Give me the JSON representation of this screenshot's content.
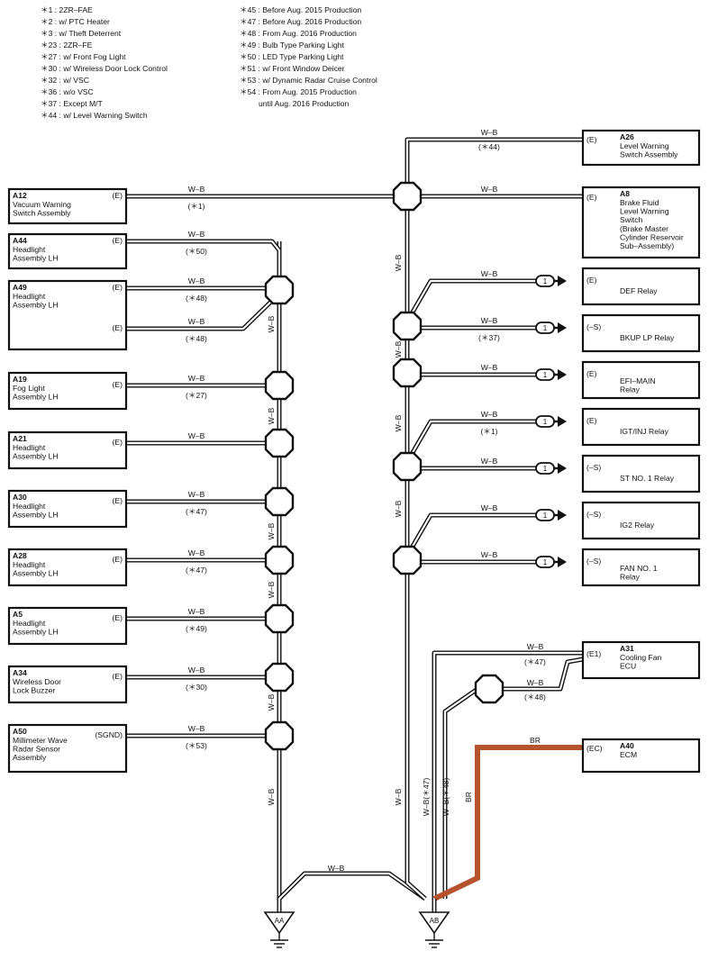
{
  "legend_left": [
    "＊1 : 2ZR–FAE",
    "＊2 : w/ PTC Heater",
    "＊3 : w/ Theft Deterrent",
    "＊23 : 2ZR–FE",
    "＊27 : w/ Front Fog Light",
    "＊30 : w/ Wireless Door Lock Control",
    "＊32 : w/ VSC",
    "＊36 : w/o VSC",
    "＊37 : Except M/T",
    "＊44 : w/ Level Warning Switch"
  ],
  "legend_right": [
    "＊45 : Before Aug.  2015 Production",
    "＊47 : Before Aug.  2016 Production",
    "＊48 : From Aug.  2016 Production",
    "＊49 : Bulb Type Parking Light",
    "＊50 : LED Type Parking Light",
    "＊51 : w/ Front Window Deicer",
    "＊53 : w/ Dynamic Radar Cruise Control",
    "＊54 : From Aug.  2015 Production",
    "until Aug.  2016 Production"
  ],
  "left_components": [
    {
      "code": "A12",
      "lines": [
        "Vacuum Warning",
        "Switch Assembly"
      ],
      "terminal": "(E)",
      "wire": "W–B",
      "note": "(＊1)"
    },
    {
      "code": "A44",
      "lines": [
        "Headlight",
        "Assembly LH"
      ],
      "terminal": "(E)",
      "wire": "W–B",
      "note": "(＊50)"
    },
    {
      "code": "A49",
      "lines": [
        "Headlight",
        "Assembly LH"
      ],
      "terminal": "(E)",
      "terminal2": "(E)",
      "wire": "W–B",
      "note": "(＊48)",
      "wire2": "W–B",
      "note2": "(＊48)"
    },
    {
      "code": "A19",
      "lines": [
        "Fog Light",
        "Assembly LH"
      ],
      "terminal": "(E)",
      "wire": "W–B",
      "note": "(＊27)"
    },
    {
      "code": "A21",
      "lines": [
        "Headlight",
        "Assembly LH"
      ],
      "terminal": "(E)",
      "wire": "W–B",
      "note": ""
    },
    {
      "code": "A30",
      "lines": [
        "Headlight",
        "Assembly LH"
      ],
      "terminal": "(E)",
      "wire": "W–B",
      "note": "(＊47)"
    },
    {
      "code": "A28",
      "lines": [
        "Headlight",
        "Assembly LH"
      ],
      "terminal": "(E)",
      "wire": "W–B",
      "note": "(＊47)"
    },
    {
      "code": "A5",
      "lines": [
        "Headlight",
        "Assembly LH"
      ],
      "terminal": "(E)",
      "wire": "W–B",
      "note": "(＊49)"
    },
    {
      "code": "A34",
      "lines": [
        "Wireless Door",
        "Lock Buzzer"
      ],
      "terminal": "(E)",
      "wire": "W–B",
      "note": "(＊30)"
    },
    {
      "code": "A50",
      "lines": [
        "Millimeter Wave",
        "Radar Sensor",
        "Assembly"
      ],
      "terminal": "(SGND)",
      "wire": "W–B",
      "note": "(＊53)"
    }
  ],
  "right_components": [
    {
      "code": "A26",
      "lines": [
        "Level Warning",
        "Switch Assembly"
      ],
      "terminal": "(E)",
      "wire": "W–B",
      "note": "(＊44)"
    },
    {
      "code": "A8",
      "lines": [
        "Brake Fluid",
        "Level Warning",
        "Switch",
        "(Brake Master",
        " Cylinder Reservoir",
        " Sub–Assembly)"
      ],
      "terminal": "(E)",
      "wire": "W–B",
      "note": ""
    },
    {
      "code": "",
      "lines": [
        "DEF Relay"
      ],
      "terminal": "(E)",
      "wire": "W–B",
      "note": "",
      "pin": "1"
    },
    {
      "code": "",
      "lines": [
        "BKUP LP Relay"
      ],
      "terminal": "(–S)",
      "wire": "W–B",
      "note": "(＊37)",
      "pin": "1"
    },
    {
      "code": "",
      "lines": [
        "EFI–MAIN",
        "Relay"
      ],
      "terminal": "(E)",
      "wire": "W–B",
      "note": "",
      "pin": "1"
    },
    {
      "code": "",
      "lines": [
        "IGT/INJ Relay"
      ],
      "terminal": "(E)",
      "wire": "W–B",
      "note": "(＊1)",
      "pin": "1"
    },
    {
      "code": "",
      "lines": [
        "ST NO. 1 Relay"
      ],
      "terminal": "(–S)",
      "wire": "W–B",
      "note": "",
      "pin": "1"
    },
    {
      "code": "",
      "lines": [
        "IG2 Relay"
      ],
      "terminal": "(–S)",
      "wire": "W–B",
      "note": "",
      "pin": "1"
    },
    {
      "code": "",
      "lines": [
        "FAN NO. 1",
        "Relay"
      ],
      "terminal": "(–S)",
      "wire": "W–B",
      "note": "",
      "pin": "1"
    },
    {
      "code": "A31",
      "lines": [
        "Cooling Fan",
        "ECU"
      ],
      "terminal": "(E1)",
      "wire": "W–B",
      "note": "(＊47)",
      "wire2": "W–B",
      "note2": "(＊48)"
    },
    {
      "code": "A40",
      "lines": [
        "ECM"
      ],
      "terminal": "(EC)",
      "wire": "BR",
      "note": ""
    }
  ],
  "vertical_labels": {
    "left_trunk": "W–B",
    "right_trunk": "W–B",
    "w47": "W–B(＊47)",
    "w48": "W–B(＊48)",
    "br": "BR"
  },
  "bottom_wire": "W–B",
  "grounds": [
    "AA",
    "AB"
  ],
  "colors": {
    "wire": "#111111",
    "br": "#b5532e",
    "background": "#ffffff"
  }
}
